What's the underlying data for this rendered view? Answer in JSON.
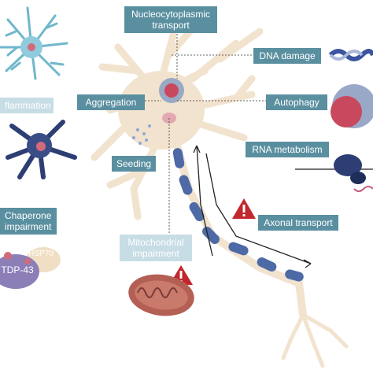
{
  "labels": {
    "nucleocytoplasmic": "Nucleocytoplasmic transport",
    "dna_damage": "DNA damage",
    "autophagy": "Autophagy",
    "aggregation": "Aggregation",
    "inflammation": "flammation",
    "rna_metabolism": "RNA metabolism",
    "seeding": "Seeding",
    "chaperone": "Chaperone impairment",
    "axonal_transport": "Axonal transport",
    "mitochondrial": "Mitochondrial impairment",
    "hsp70": "HSP70",
    "tdp43": "TDP-43"
  },
  "colors": {
    "label_teal": "#5a8fa0",
    "label_light": "#c7dde5",
    "neuron_body": "#f2e3cf",
    "neuron_outline": "#e0c9a6",
    "myelin": "#4d6aa6",
    "warning": "#c2272d",
    "astrocyte": "#6fb7cc",
    "microglia": "#2c3e73"
  }
}
